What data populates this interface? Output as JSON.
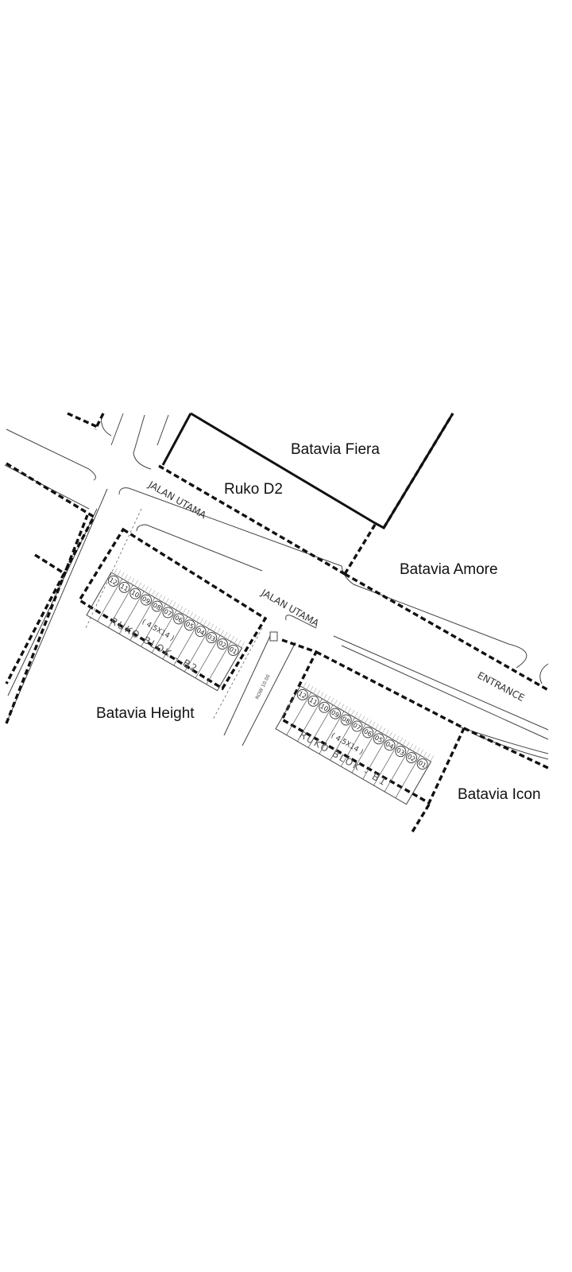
{
  "areas": {
    "fiera": "Batavia Fiera",
    "ruko_d2": "Ruko D2",
    "amore": "Batavia Amore",
    "height": "Batavia Height",
    "icon": "Batavia Icon"
  },
  "roads": {
    "main_1": "JALAN UTAMA",
    "main_2": "JALAN UTAMA",
    "entrance": "ENTRANCE",
    "row": "ROW 10.00"
  },
  "blocks": [
    {
      "name": "RUKO BLOK - B2",
      "dimension": "( 4.5X14 )",
      "units": [
        "12",
        "11",
        "10",
        "09",
        "08",
        "07",
        "06",
        "05",
        "04",
        "03",
        "02",
        "01"
      ]
    },
    {
      "name": "RUKO BLOK - B1",
      "dimension": "( 4.5X14 )",
      "units": [
        "12",
        "11",
        "10",
        "09",
        "08",
        "07",
        "06",
        "05",
        "04",
        "03",
        "02",
        "01"
      ]
    }
  ]
}
